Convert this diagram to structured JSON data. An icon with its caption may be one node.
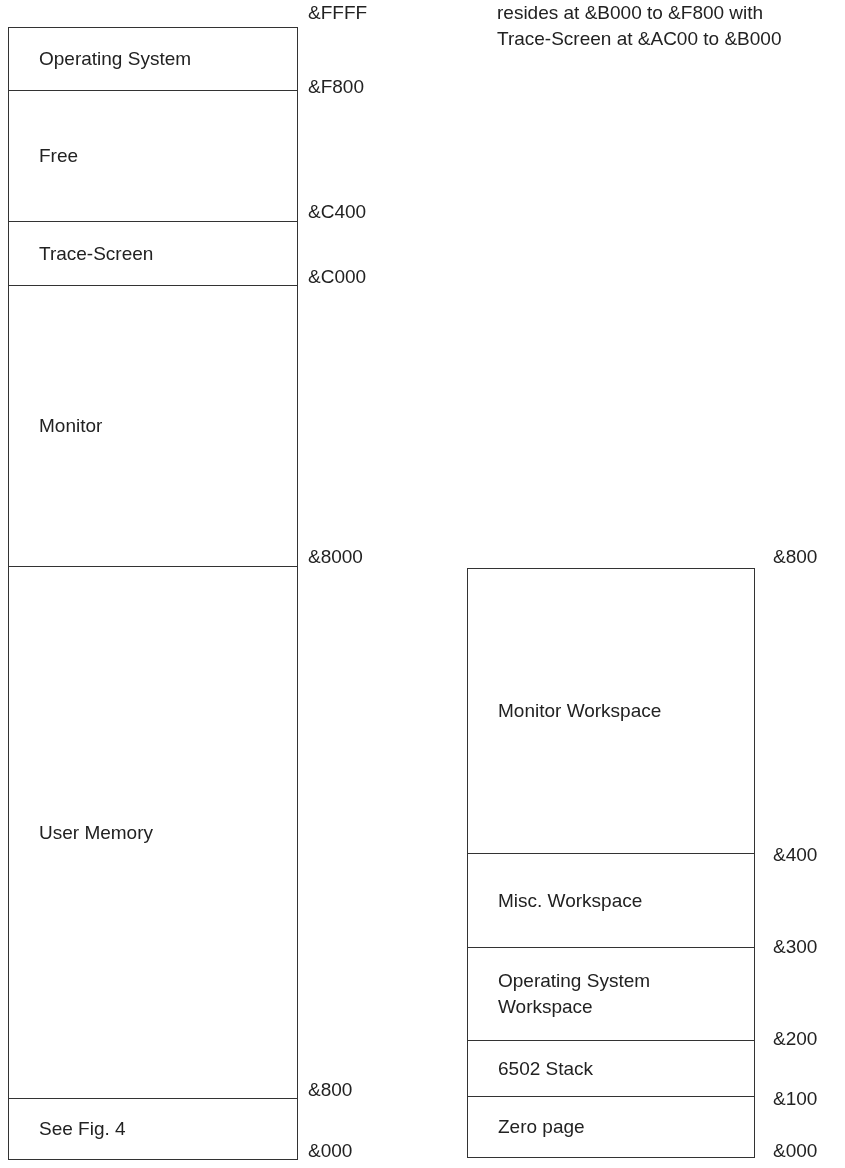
{
  "diagram": {
    "nodes": [
      {
        "text": [
          "Operating System"
        ]
      },
      {
        "text": [
          "Free"
        ]
      },
      {
        "text": [
          "Trace-Screen"
        ]
      },
      {
        "text": [
          "Monitor"
        ]
      },
      {
        "text": [
          "User Memory"
        ]
      },
      {
        "text": [
          "See Fig. 4"
        ]
      },
      {
        "text": [
          "Monitor Workspace"
        ]
      },
      {
        "text": [
          "Misc. Workspace"
        ]
      },
      {
        "text": [
          "Operating System Workspace"
        ]
      },
      {
        "text": [
          "6502 Stack"
        ]
      },
      {
        "text": [
          "Zero page"
        ]
      }
    ],
    "labels": [
      "&FFFF",
      "resides at &B000 to &F800 with Trace-Screen at &AC00 to &B000",
      "&F800",
      "&C400",
      "&C000",
      "&8000",
      "&800",
      "&400",
      "&300",
      "&200",
      "&800",
      "&100",
      "&000",
      "&000"
    ]
  }
}
